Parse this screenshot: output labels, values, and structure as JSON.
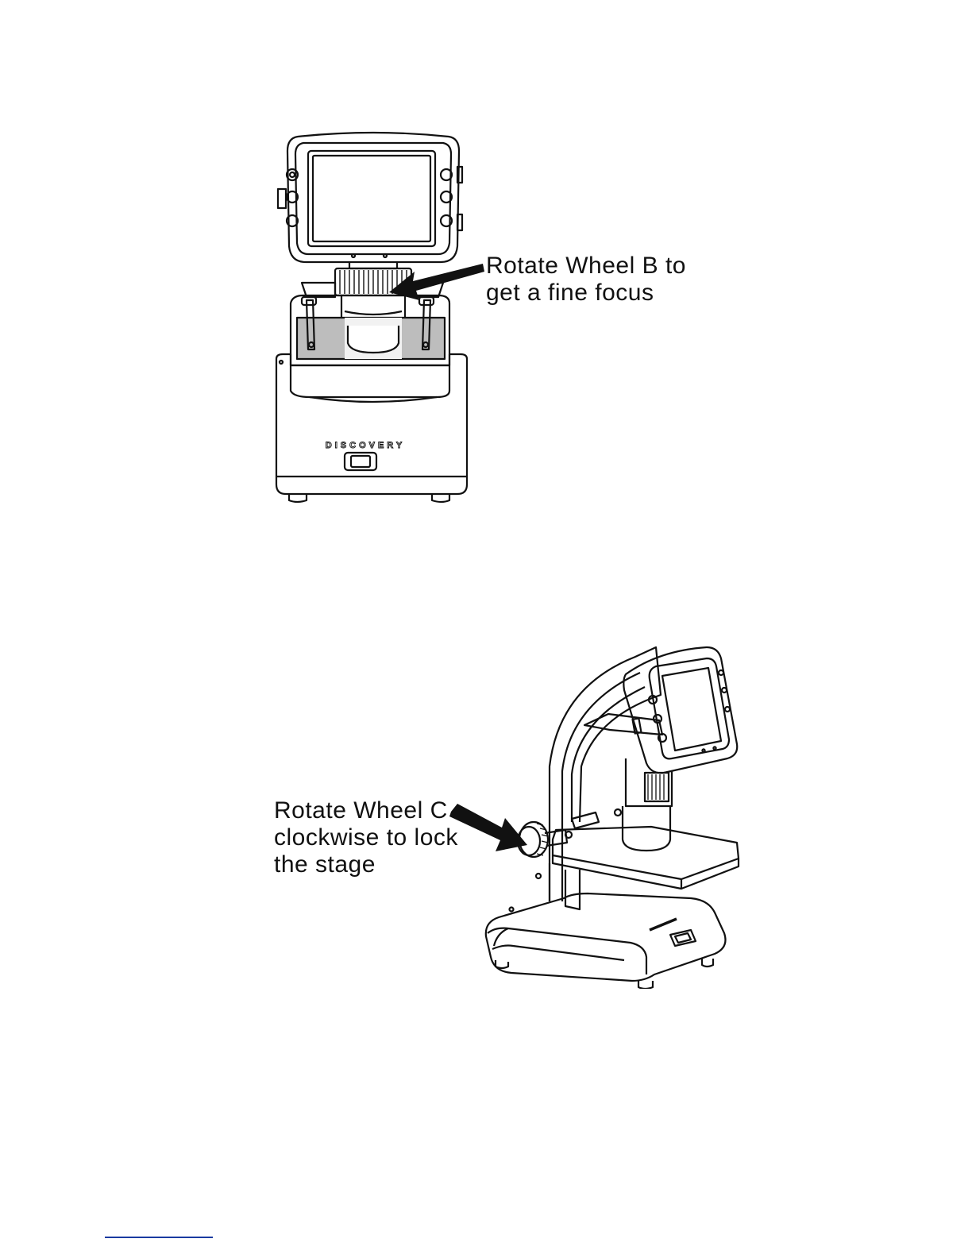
{
  "figures": [
    {
      "id": "front",
      "caption": "Rotate Wheel B to\nget a fine focus",
      "brand": "DISCOVERY"
    },
    {
      "id": "side",
      "caption": "Rotate Wheel C\nclockwise to lock\nthe stage"
    }
  ],
  "colors": {
    "line": "#111111",
    "footer_rule": "#1a3aa0"
  }
}
